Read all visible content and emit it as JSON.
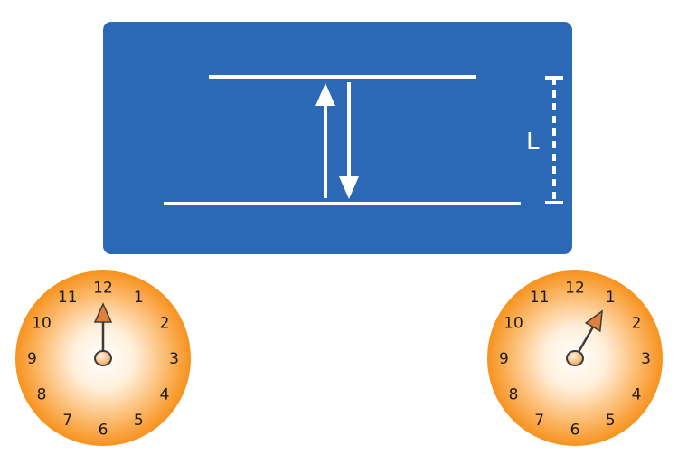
{
  "diagram": {
    "panel": {
      "color": "#2b69b6",
      "mirror_color": "#ffffff",
      "length_label": "L"
    },
    "clocks": [
      {
        "id": "left",
        "numbers": [
          "12",
          "1",
          "2",
          "3",
          "4",
          "5",
          "6",
          "7",
          "8",
          "9",
          "10",
          "11"
        ],
        "hand_hour": 12,
        "face_outer_color": "#f7921e",
        "face_inner_color": "#ffffff",
        "hand_color": "#e0803a"
      },
      {
        "id": "right",
        "numbers": [
          "12",
          "1",
          "2",
          "3",
          "4",
          "5",
          "6",
          "7",
          "8",
          "9",
          "10",
          "11"
        ],
        "hand_hour": 1,
        "face_outer_color": "#f7921e",
        "face_inner_color": "#ffffff",
        "hand_color": "#e0803a"
      }
    ]
  }
}
